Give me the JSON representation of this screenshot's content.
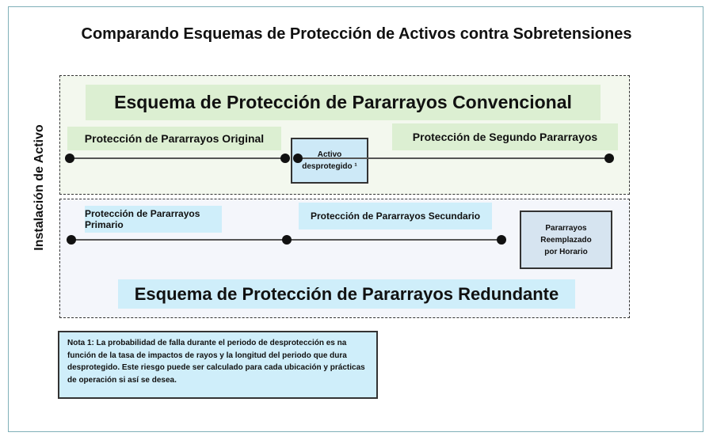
{
  "title": "Comparando Esquemas de Protección de Activos contra Sobretensiones",
  "side_label": "Instalación de Activo",
  "conventional": {
    "heading": "Esquema de Protección de Pararrayos Convencional",
    "segment1": "Protección de Pararrayos Original",
    "gap_box_line1": "Activo",
    "gap_box_line2": "desprotegido ¹",
    "segment2": "Protección de Segundo Pararrayos"
  },
  "redundant": {
    "heading": "Esquema de Protección de Pararrayos Redundante",
    "segment1": "Protección de Pararrayos Primario",
    "segment2": "Protección de Pararrayos Secundario",
    "box_line1": "Pararrayos",
    "box_line2": "Reemplazado",
    "box_line3": "por Horario"
  },
  "note": "Nota 1: La probabilidad de falla durante el periodo de desprotección es na función de la tasa de impactos de rayos y la longitud del periodo que dura desprotegido. Este riesgo puede ser calculado para cada ubicación y prácticas de operación si así se desea."
}
